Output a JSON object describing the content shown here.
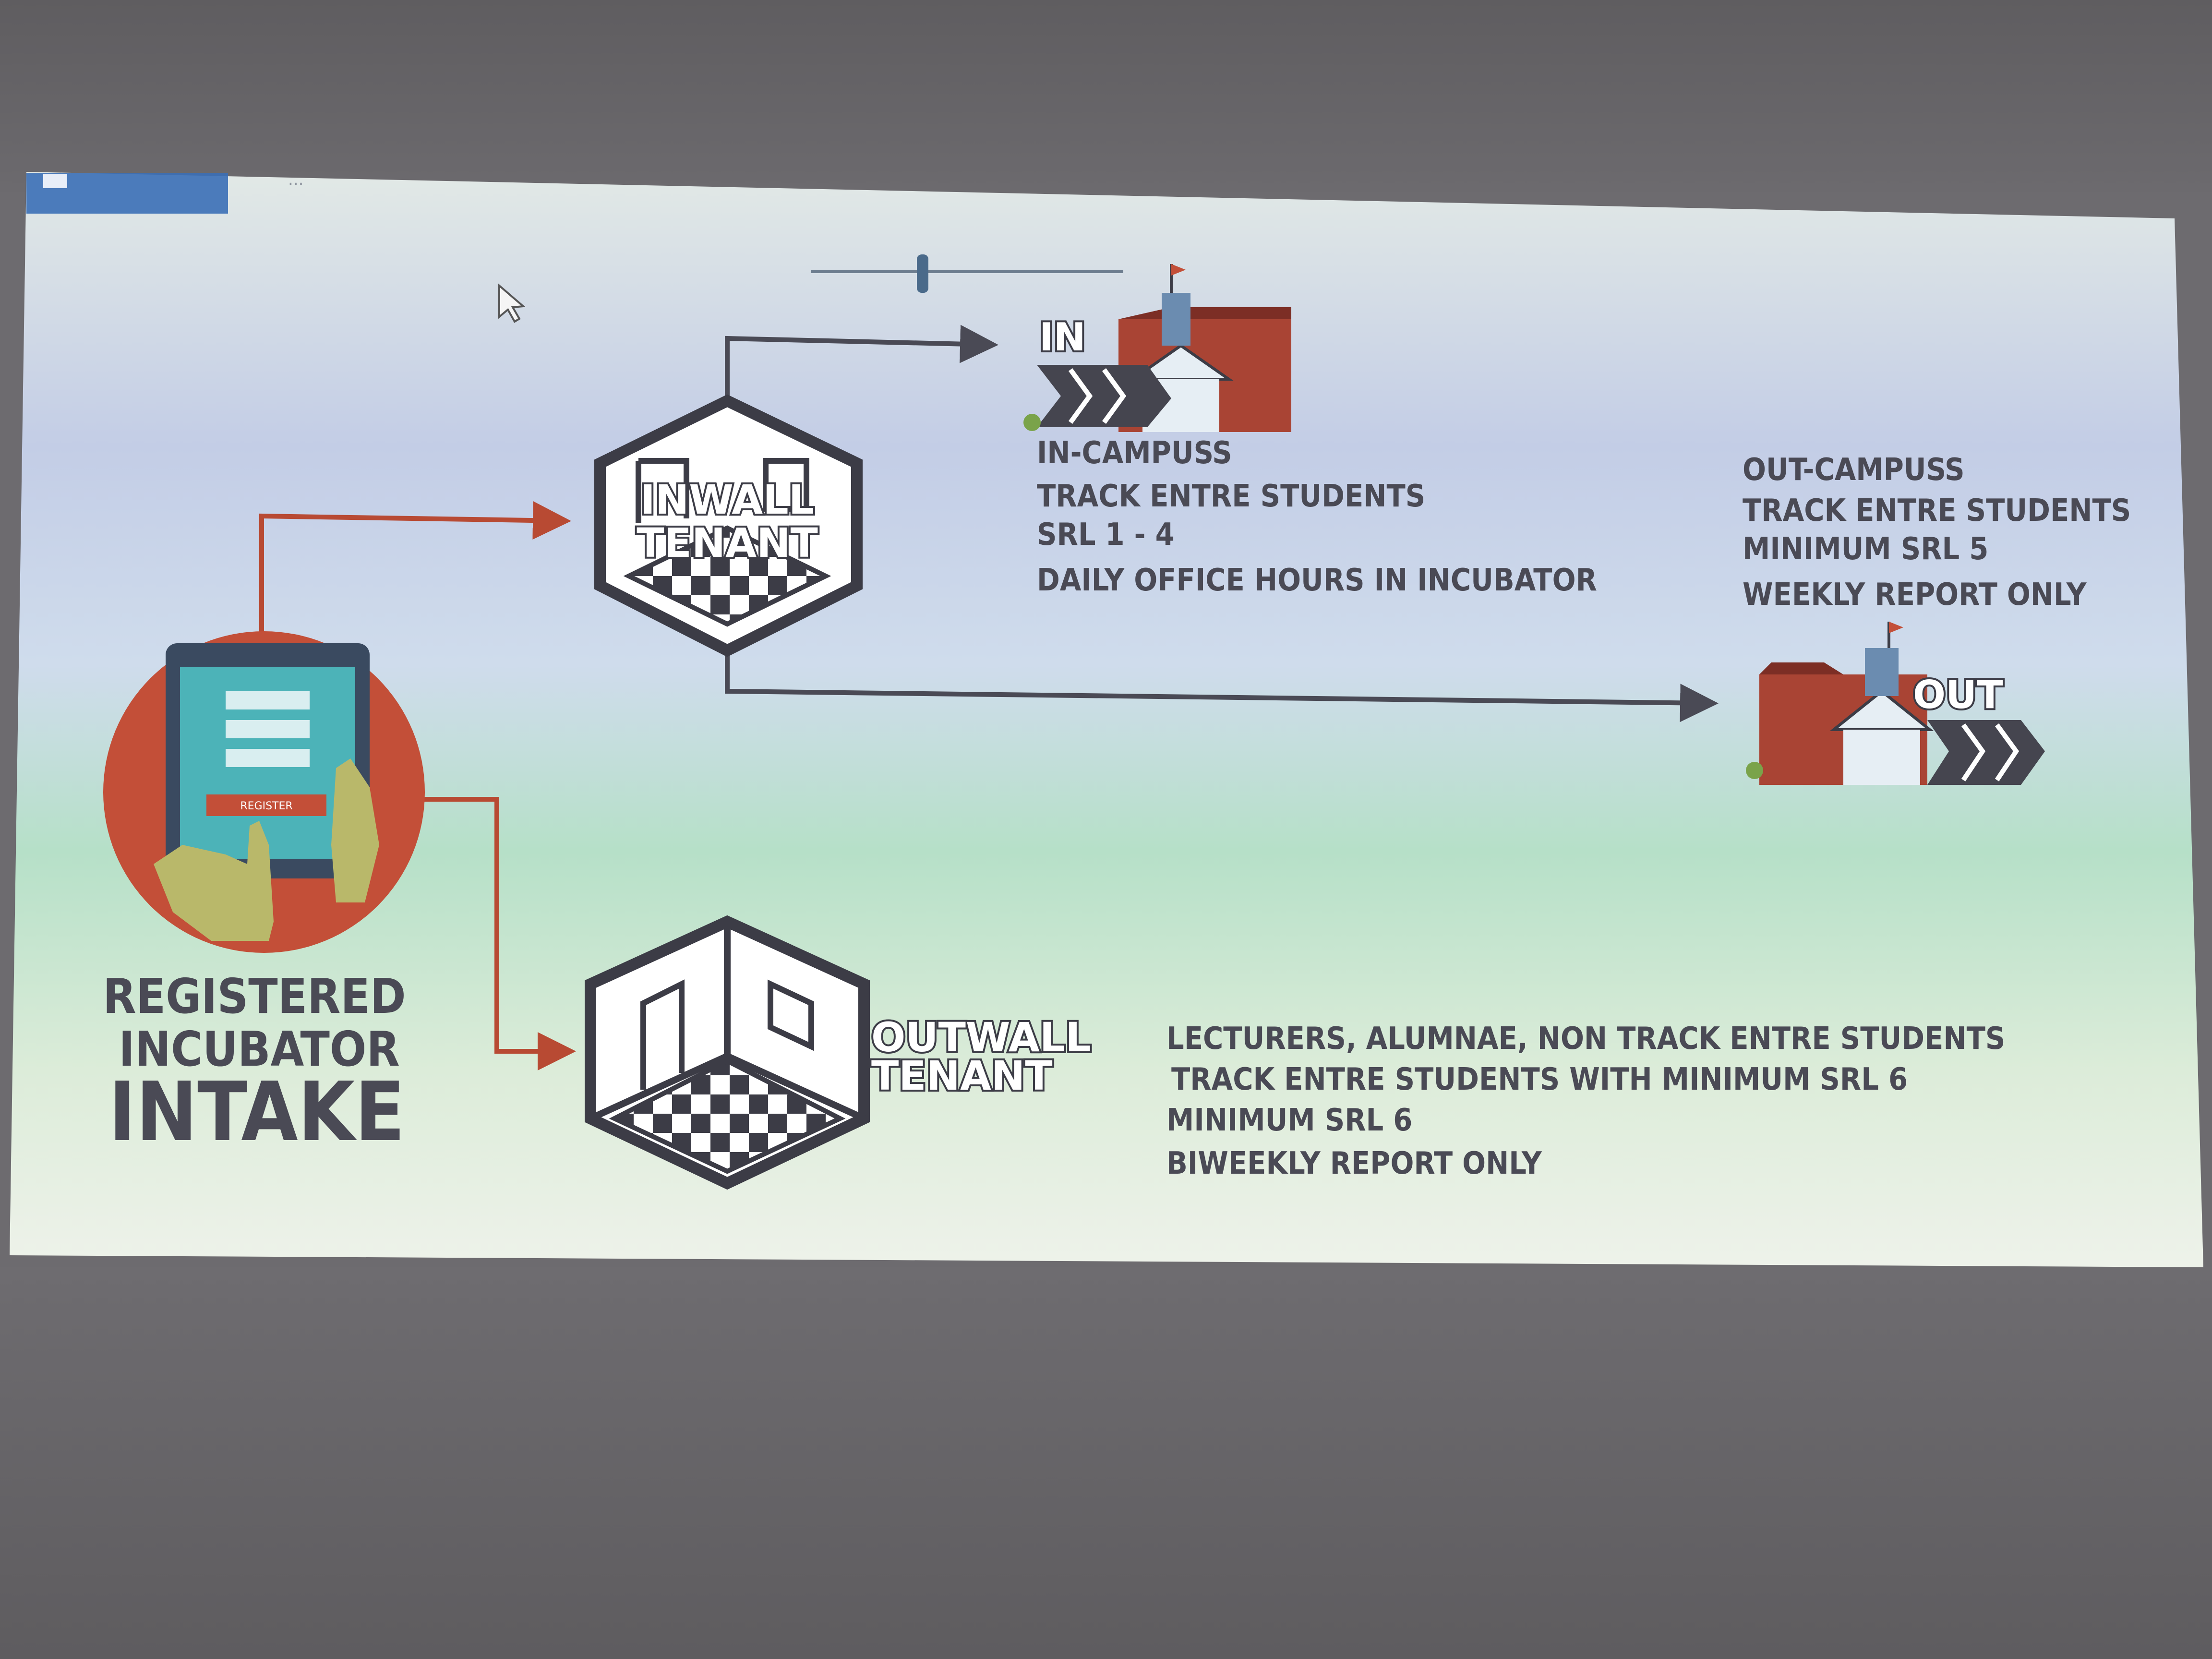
{
  "toolbar": {
    "tab_label": "...",
    "menu_label": "...",
    "accent": "#3b6fb6"
  },
  "intake": {
    "line1": "REGISTERED",
    "line2": "INCUBATOR",
    "line3": "INTAKE",
    "button_label": "REGISTER"
  },
  "inwall": {
    "line1": "INWALL",
    "line2": "TENANT"
  },
  "outwall": {
    "line1": "OUTWALL",
    "line2": "TENANT"
  },
  "in_campus": {
    "sign": "IN",
    "title": "IN-CAMPUSS",
    "line1": "TRACK  ENTRE STUDENTS",
    "line2": "SRL 1 - 4",
    "line3": "DAILY  OFFICE HOURS  IN  INCUBATOR"
  },
  "out_campus": {
    "sign": "OUT",
    "title": "OUT-CAMPUSS",
    "line1": "TRACK  ENTRE STUDENTS",
    "line2": "MINIMUM SRL 5",
    "line3": "WEEKLY  REPORT ONLY"
  },
  "outwall_info": {
    "line1": "LECTURERS,  ALUMNAE,  NON TRACK  ENTRE STUDENTS",
    "line2": "TRACK  ENTRE STUDENTS WITH MINIMUM SRL 6",
    "line3": "MINIMUM SRL 6",
    "line4": "BIWEEKLY  REPORT ONLY"
  },
  "colors": {
    "arrow_red": "#b84a33",
    "arrow_gray": "#4a4a55",
    "building_red": "#a94434",
    "chevron": "#45454f"
  }
}
